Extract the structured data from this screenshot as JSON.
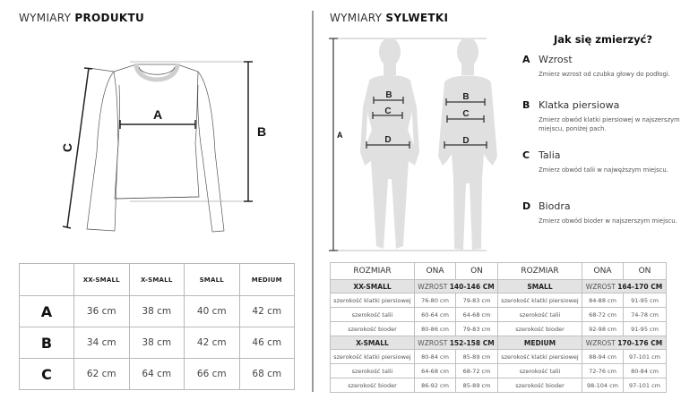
{
  "product": {
    "title_light": "WYMIARY ",
    "title_bold": "PRODUKTU",
    "diagram_labels": {
      "a": "A",
      "b": "B",
      "c": "C"
    },
    "table": {
      "columns": [
        "XX-SMALL",
        "X-SMALL",
        "SMALL",
        "MEDIUM"
      ],
      "rows": [
        {
          "label": "A",
          "values": [
            "36 cm",
            "38 cm",
            "40 cm",
            "42 cm"
          ]
        },
        {
          "label": "B",
          "values": [
            "34 cm",
            "38 cm",
            "42 cm",
            "46 cm"
          ]
        },
        {
          "label": "C",
          "values": [
            "62 cm",
            "64 cm",
            "66 cm",
            "68 cm"
          ]
        }
      ]
    }
  },
  "silhouette": {
    "title_light": "WYMIARY ",
    "title_bold": "SYLWETKI",
    "diagram_labels": {
      "a": "A",
      "b": "B",
      "c": "C",
      "d": "D"
    },
    "howto": {
      "title": "Jak się zmierzyć?",
      "items": [
        {
          "letter": "A",
          "name": "Wzrost",
          "desc": "Zmierz wzrost od czubka głowy do podłogi."
        },
        {
          "letter": "B",
          "name": "Klatka piersiowa",
          "desc": "Zmierz obwód klatki piersiowej w najszerszym miejscu, poniżej pach."
        },
        {
          "letter": "C",
          "name": "Talia",
          "desc": "Zmierz obwód talii w najwęższym miejscu."
        },
        {
          "letter": "D",
          "name": "Biodra",
          "desc": "Zmierz obwód bioder w najszerszym miejscu."
        }
      ]
    },
    "table": {
      "header": {
        "size": "ROZMIAR",
        "ona": "ONA",
        "on": "ON"
      },
      "height_prefix": "WZROST ",
      "left": [
        {
          "size": "XX-SMALL",
          "height": "140-146 CM",
          "rows": [
            {
              "label": "szerokość klatki piersiowej",
              "ona": "76-80 cm",
              "on": "79-83 cm"
            },
            {
              "label": "szerokość talii",
              "ona": "60-64 cm",
              "on": "64-68 cm"
            },
            {
              "label": "szerokość bioder",
              "ona": "80-86 cm",
              "on": "79-83 cm"
            }
          ]
        },
        {
          "size": "X-SMALL",
          "height": "152-158 CM",
          "rows": [
            {
              "label": "szerokość klatki piersiowej",
              "ona": "80-84 cm",
              "on": "85-89 cm"
            },
            {
              "label": "szerokość talii",
              "ona": "64-68 cm",
              "on": "68-72 cm"
            },
            {
              "label": "szerokość bioder",
              "ona": "86-92 cm",
              "on": "85-89 cm"
            }
          ]
        }
      ],
      "right": [
        {
          "size": "SMALL",
          "height": "164-170 CM",
          "rows": [
            {
              "label": "szerokość klatki piersiowej",
              "ona": "84-88 cm",
              "on": "91-95 cm"
            },
            {
              "label": "szerokość talii",
              "ona": "68-72 cm",
              "on": "74-78 cm"
            },
            {
              "label": "szerokość bioder",
              "ona": "92-98 cm",
              "on": "91-95 cm"
            }
          ]
        },
        {
          "size": "MEDIUM",
          "height": "170-176 CM",
          "rows": [
            {
              "label": "szerokość klatki piersiowej",
              "ona": "88-94 cm",
              "on": "97-101 cm"
            },
            {
              "label": "szerokość talii",
              "ona": "72-76 cm",
              "on": "80-84 cm"
            },
            {
              "label": "szerokość bioder",
              "ona": "98-104 cm",
              "on": "97-101 cm"
            }
          ]
        }
      ]
    }
  },
  "colors": {
    "silhouette_fill": "#e0e0e0",
    "size_row_bg": "#e3e3e3",
    "border": "#b8b8b8",
    "measure_line": "#333333"
  }
}
